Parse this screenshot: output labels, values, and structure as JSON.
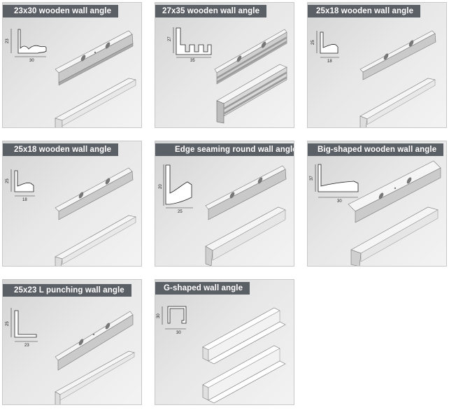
{
  "products": [
    {
      "title": "23x30 wooden wall angle",
      "dims": [
        "23",
        "30"
      ],
      "profile": "wooden-23x30"
    },
    {
      "title": "27x35 wooden wall angle",
      "dims": [
        "27",
        "35"
      ],
      "profile": "wooden-27x35"
    },
    {
      "title": "25x18 wooden wall angle",
      "dims": [
        "25",
        "18"
      ],
      "profile": "wooden-25x18-a"
    },
    {
      "title": "25x18 wooden wall angle",
      "dims": [
        "25",
        "18"
      ],
      "profile": "wooden-25x18-b"
    },
    {
      "title": "Edge seaming round wall angle",
      "dims": [
        "20",
        "25"
      ],
      "profile": "edge-seaming-round"
    },
    {
      "title": "Big-shaped wooden wall angle",
      "dims": [
        "37",
        "30"
      ],
      "profile": "big-shaped-wooden"
    },
    {
      "title": "25x23 L punching wall angle",
      "dims": [
        "25",
        "23"
      ],
      "profile": "l-punching"
    },
    {
      "title": "G-shaped wall angle",
      "dims": [
        "30",
        "30"
      ],
      "profile": "g-shaped"
    }
  ],
  "colors": {
    "title_bar": "#5b5f66",
    "title_text": "#ffffff",
    "card_bg": "#e6e6e6",
    "profile_fill": "#ffffff"
  }
}
